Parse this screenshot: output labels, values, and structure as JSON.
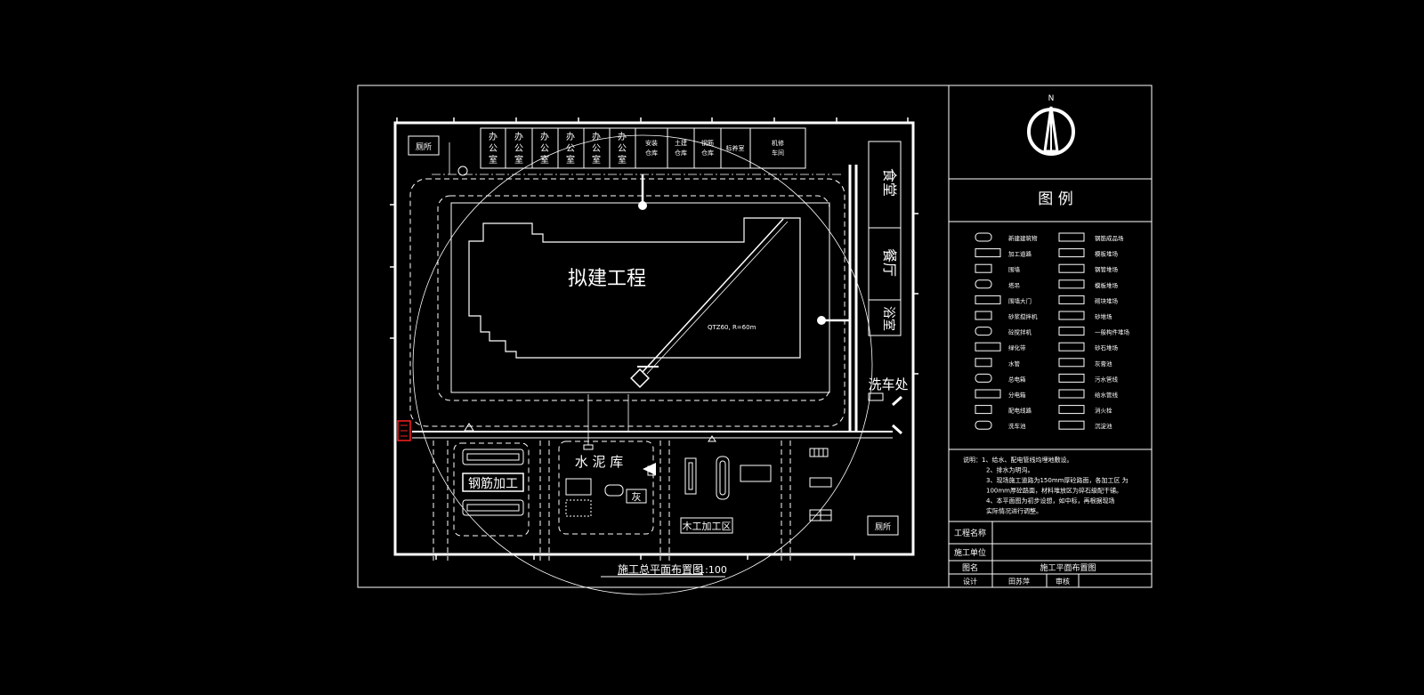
{
  "drawing": {
    "main_building": "拟建工程",
    "crane_label": "QTZ60, R=60m",
    "offices": [
      "办公室",
      "办公室",
      "办公室",
      "办公室",
      "办公室",
      "办公室"
    ],
    "small_rooms": [
      "安装仓库",
      "土建仓库",
      "钢筋仓库",
      "标养室",
      "机修车间"
    ],
    "toilet_top": "厕所",
    "toilet_bottom": "厕所",
    "right_rooms": [
      "食堂",
      "餐厅",
      "浴室"
    ],
    "wash_station": "洗车处",
    "steel_area": "钢筋加工",
    "cement_store": "水 泥 库",
    "lime_label": "灰",
    "wood_area": "木工加工区",
    "plan_title": "施工总平面布置图",
    "scale": "1:100"
  },
  "legend": {
    "north": "N",
    "title": "图 例",
    "left_items": [
      "新建建筑物",
      "加工道路",
      "围墙",
      "塔吊",
      "围墙大门",
      "砂浆搅拌机",
      "砼搅拌机",
      "绿化带",
      "水管",
      "总电箱",
      "分电箱",
      "配电线路",
      "洗车池"
    ],
    "right_items": [
      "钢筋成品场",
      "模板堆场",
      "钢管堆场",
      "模板堆场",
      "砌块堆场",
      "砂堆场",
      "一般构件堆场",
      "砂石堆场",
      "灰膏池",
      "污水管线",
      "给水管线",
      "消火栓",
      "沉淀池"
    ]
  },
  "notes": {
    "lines": [
      "说明：1、给水、配电管线均埋地敷设。",
      "2、排水为明沟。",
      "3、现场施工道路为150mm厚砼路面，各加工区 为",
      "100mm厚砼路面，材料堆放区为碎石级配干铺。",
      "4、本平面图为初步设想，如中标，再根据现场",
      "实际情况进行调整。"
    ]
  },
  "title_block": {
    "project_name_label": "工程名称",
    "project_name_value": "",
    "unit_label": "施工单位",
    "unit_value": "",
    "drawing_name_label": "图名",
    "drawing_name_value": "施工平面布置图",
    "designer_label": "设计",
    "designer_value": "田苏萍",
    "reviewer_label": "审核",
    "reviewer_value": ""
  }
}
